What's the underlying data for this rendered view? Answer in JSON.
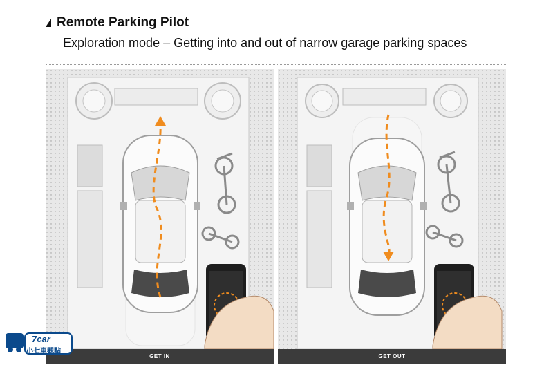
{
  "header": {
    "title": "Remote Parking Pilot",
    "subtitle": "Exploration mode – Getting into and out of narrow garage parking spaces"
  },
  "panels": [
    {
      "caption": "GET IN"
    },
    {
      "caption": "GET OUT"
    }
  ],
  "watermark": {
    "text": "7car",
    "subtext": "小七車觀點"
  },
  "colors": {
    "path": "#f08c1e",
    "caption_bg": "#3b3b3b"
  }
}
